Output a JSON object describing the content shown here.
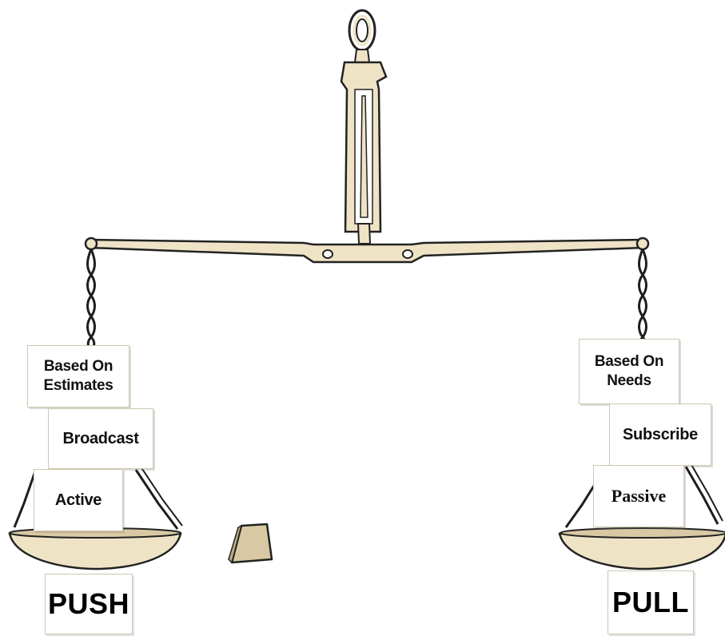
{
  "colors": {
    "brass": "#efe3c6",
    "brass_dark": "#d8c9a4",
    "outline": "#222222",
    "chain": "#1e1e1e"
  },
  "left_pan": {
    "cards": [
      {
        "text": "Based On\nEstimates"
      },
      {
        "text": "Broadcast"
      },
      {
        "text": "Active"
      }
    ],
    "label": "PUSH"
  },
  "right_pan": {
    "cards": [
      {
        "text": "Based On\nNeeds"
      },
      {
        "text": "Subscribe"
      },
      {
        "text": "Passive"
      }
    ],
    "label": "PULL"
  }
}
